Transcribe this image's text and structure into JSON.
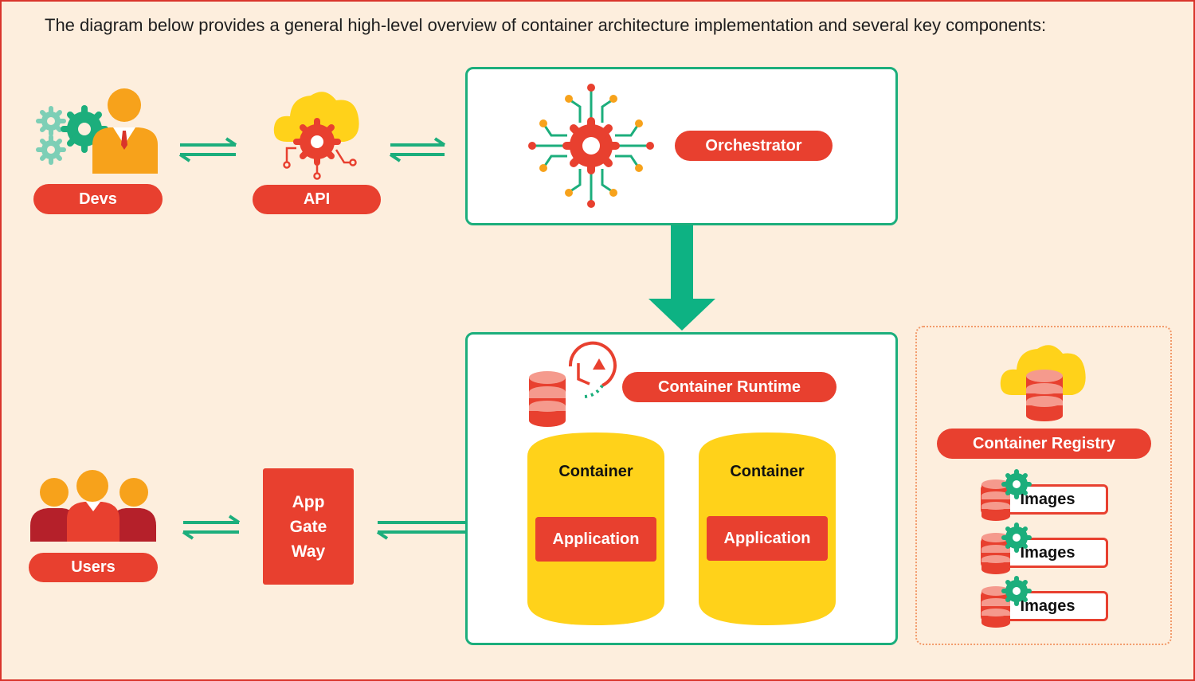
{
  "intro": "The diagram below provides a general high-level overview of container architecture implementation and several key components:",
  "nodes": {
    "devs": "Devs",
    "api": "API",
    "orchestrator": "Orchestrator",
    "users": "Users",
    "gateway": [
      "App",
      "Gate",
      "Way"
    ],
    "container_runtime": "Container Runtime",
    "containers": [
      {
        "title": "Container",
        "app": "Application"
      },
      {
        "title": "Container",
        "app": "Application"
      }
    ],
    "registry": "Container Registry",
    "images": [
      "Images",
      "Images",
      "Images"
    ]
  },
  "colors": {
    "background": "#fdeedd",
    "frame": "#d9342b",
    "accent_red": "#e8402f",
    "accent_green": "#1cae7c",
    "container_yellow": "#ffd21a",
    "orange": "#f7a21b"
  },
  "icons": {
    "devs": "developer-with-gears-icon",
    "api": "cloud-gear-icon",
    "orchestrator": "circuit-gear-icon",
    "runtime": "database-clock-icon",
    "registry": "cloud-database-icon",
    "users": "users-group-icon",
    "image": "database-gear-icon"
  }
}
